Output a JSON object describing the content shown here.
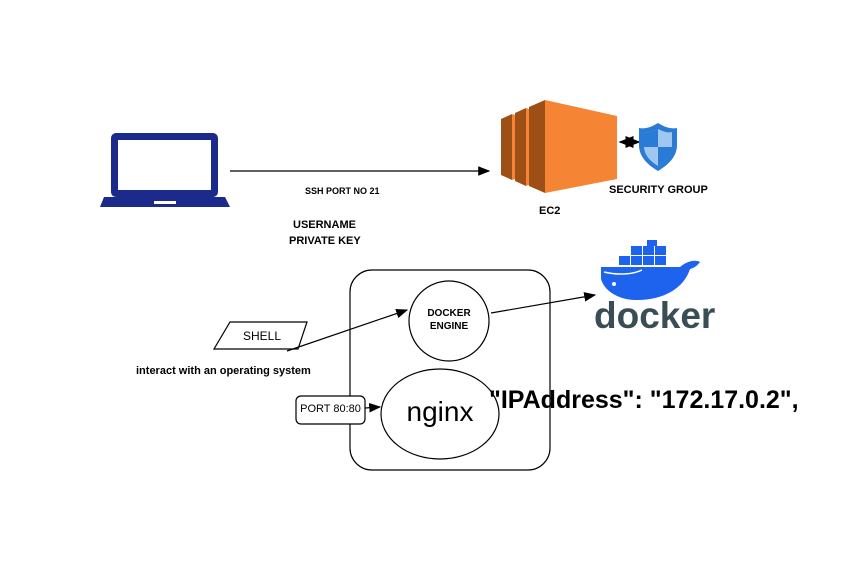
{
  "labels": {
    "ssh": "SSH PORT NO 21",
    "username": "USERNAME",
    "private_key": "PRIVATE KEY",
    "ec2": "EC2",
    "security_group": "SECURITY GROUP",
    "shell": "SHELL",
    "interact": "interact with an operating system",
    "port": "PORT 80:80",
    "docker_engine_line1": "DOCKER",
    "docker_engine_line2": "ENGINE",
    "nginx": "nginx",
    "ip_address": "\"IPAddress\": \"172.17.0.2\",",
    "docker_logo": "docker"
  },
  "colors": {
    "laptop": "#1c2a8c",
    "ec2_light": "#f58534",
    "ec2_dark": "#9d4f16",
    "shield": "#2a7bd6",
    "docker_blue": "#1d63ed",
    "docker_text": "#384d54",
    "stroke": "#000000"
  },
  "icons": [
    "laptop-icon",
    "ec2-icon",
    "shield-icon",
    "docker-whale-icon"
  ]
}
